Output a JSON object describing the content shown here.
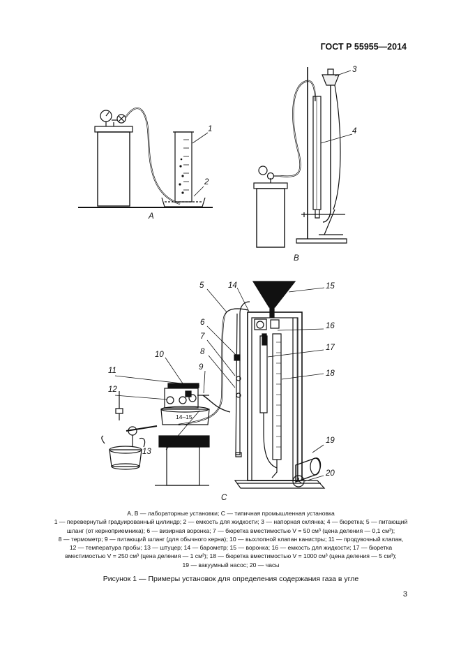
{
  "header": {
    "standard": "ГОСТ Р 55955—2014"
  },
  "figure": {
    "panel_labels": {
      "a": "A",
      "b": "B",
      "c": "C"
    },
    "callouts": {
      "n1": "1",
      "n2": "2",
      "n3": "3",
      "n4": "4",
      "n5": "5",
      "n6": "6",
      "n7": "7",
      "n8": "8",
      "n9": "9",
      "n10": "10",
      "n11": "11",
      "n12": "12",
      "n13": "13",
      "n14": "14",
      "n15": "15",
      "n16": "16",
      "n17": "17",
      "n18": "18",
      "n19": "19",
      "n20": "20",
      "n1415": "14–15"
    }
  },
  "legend": {
    "lines": [
      "A, B — лабораторные установки; C — типичная промышленная установка",
      "1 — перевернутый градуированный цилиндр; 2 — емкость для жидкости; 3 — напорная склянка; 4 — бюретка; 5 — питающий",
      "шланг (от кернoприемника); 6 — визирная воронка; 7 — бюретка вместимостью V = 50 см³ (цена деления — 0,1 см³);",
      "8 — термометр; 9 — питающий шланг (для обычного керна); 10 — выхлопной клапан канистры; 11 — продувочный клапан,",
      "12 — температура пробы; 13 — штуцер; 14 — барометр; 15 — воронка; 16 — емкость для жидкости; 17 — бюретка",
      "вместимостью V = 250 см³ (цена деления — 1 см³); 18 — бюретка вместимостью V = 1000 см³ (цена деления — 5 см³);",
      "19 — вакуумный насос; 20 — часы"
    ]
  },
  "caption": "Рисунок 1 — Примеры установок для определения содержания газа в угле",
  "page_number": "3"
}
